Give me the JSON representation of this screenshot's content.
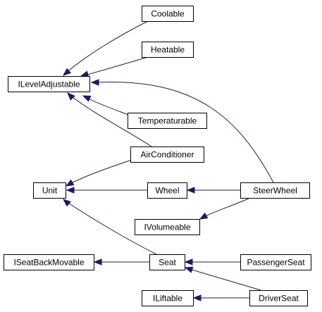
{
  "diagram": {
    "type": "class-inheritance-graph",
    "nodes": [
      {
        "id": "coolable",
        "label": "Coolable"
      },
      {
        "id": "heatable",
        "label": "Heatable"
      },
      {
        "id": "ileveladjustable",
        "label": "ILevelAdjustable"
      },
      {
        "id": "temperaturable",
        "label": "Temperaturable"
      },
      {
        "id": "airconditioner",
        "label": "AirConditioner"
      },
      {
        "id": "unit",
        "label": "Unit"
      },
      {
        "id": "wheel",
        "label": "Wheel"
      },
      {
        "id": "steerwheel",
        "label": "SteerWheel"
      },
      {
        "id": "ivolumeable",
        "label": "IVolumeable"
      },
      {
        "id": "iseatbackmovable",
        "label": "ISeatBackMovable"
      },
      {
        "id": "seat",
        "label": "Seat"
      },
      {
        "id": "passengerseat",
        "label": "PassengerSeat"
      },
      {
        "id": "iliftable",
        "label": "ILiftable"
      },
      {
        "id": "driverseat",
        "label": "DriverSeat"
      }
    ],
    "edges": [
      {
        "from": "coolable",
        "to": "ileveladjustable"
      },
      {
        "from": "heatable",
        "to": "ileveladjustable"
      },
      {
        "from": "temperaturable",
        "to": "ileveladjustable"
      },
      {
        "from": "airconditioner",
        "to": "ileveladjustable"
      },
      {
        "from": "steerwheel",
        "to": "ileveladjustable"
      },
      {
        "from": "airconditioner",
        "to": "unit"
      },
      {
        "from": "wheel",
        "to": "unit"
      },
      {
        "from": "seat",
        "to": "unit"
      },
      {
        "from": "steerwheel",
        "to": "wheel"
      },
      {
        "from": "steerwheel",
        "to": "ivolumeable"
      },
      {
        "from": "seat",
        "to": "iseatbackmovable"
      },
      {
        "from": "passengerseat",
        "to": "seat"
      },
      {
        "from": "driverseat",
        "to": "seat"
      },
      {
        "from": "driverseat",
        "to": "iliftable"
      }
    ]
  },
  "colors": {
    "edge": "#191970",
    "box_border": "#000000",
    "box_fill": "#ffffff",
    "background": "#ffffff"
  }
}
